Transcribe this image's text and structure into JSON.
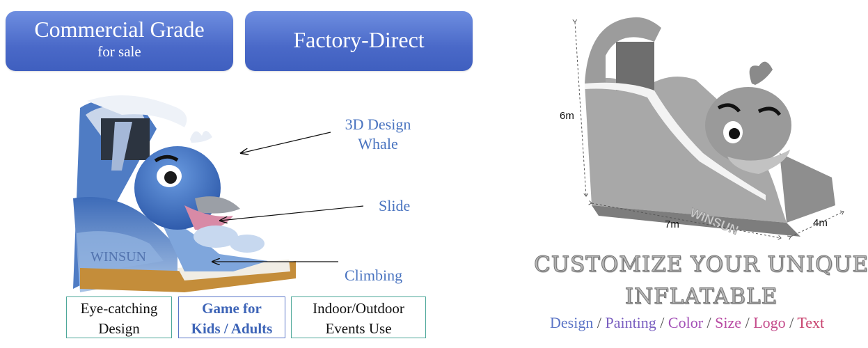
{
  "badges": {
    "commercial": {
      "title": "Commercial Grade",
      "subtitle": "for sale"
    },
    "factory": {
      "title": "Factory-Direct"
    }
  },
  "callouts": {
    "whale": "3D Design Whale",
    "slide": "Slide",
    "climbing": "Climbing"
  },
  "features": {
    "f1": "Eye-catching Design",
    "f2": "Game for Kids / Adults",
    "f3": "Indoor/Outdoor Events Use"
  },
  "render": {
    "height": "6m",
    "length": "7m",
    "width": "4m"
  },
  "customize": {
    "line1": "CUSTOMIZE YOUR UNIQUE",
    "line2": "INFLATABLE"
  },
  "options": {
    "items": [
      "Design",
      "Painting",
      "Color",
      "Size",
      "Logo",
      "Text"
    ],
    "separator": " / ",
    "colors": [
      "#5b74c6",
      "#7a5fc0",
      "#a24fb6",
      "#b84aa3",
      "#c44a8a",
      "#c8426e"
    ]
  },
  "colors": {
    "badge": "#4a69c8",
    "callout": "#4a74c0",
    "border": "#4da89a"
  }
}
